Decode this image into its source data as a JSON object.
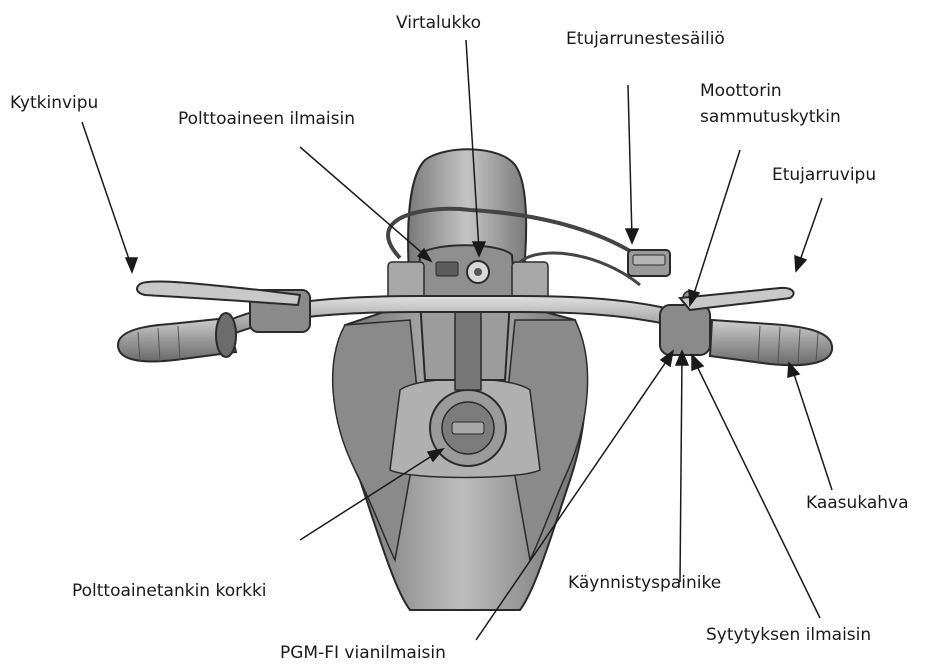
{
  "labels": {
    "virtalukko": "Virtalukko",
    "etujarrunestesailio": "Etujarrunestesäiliö",
    "kytkinvipu": "Kytkinvipu",
    "polttoaineen_ilmaisin": "Polttoaineen ilmaisin",
    "moottorin_line1": "Moottorin",
    "moottorin_line2": "sammutuskytkin",
    "etujarruvipu": "Etujarruvipu",
    "kaasukahva": "Kaasukahva",
    "polttoainetankin_korkki": "Polttoainetankin korkki",
    "kaynnistyspainike": "Käynnistyspainike",
    "sytytyksen_ilmaisin": "Sytytyksen ilmaisin",
    "pgm_fi": "PGM-FI vianilmaisin"
  }
}
